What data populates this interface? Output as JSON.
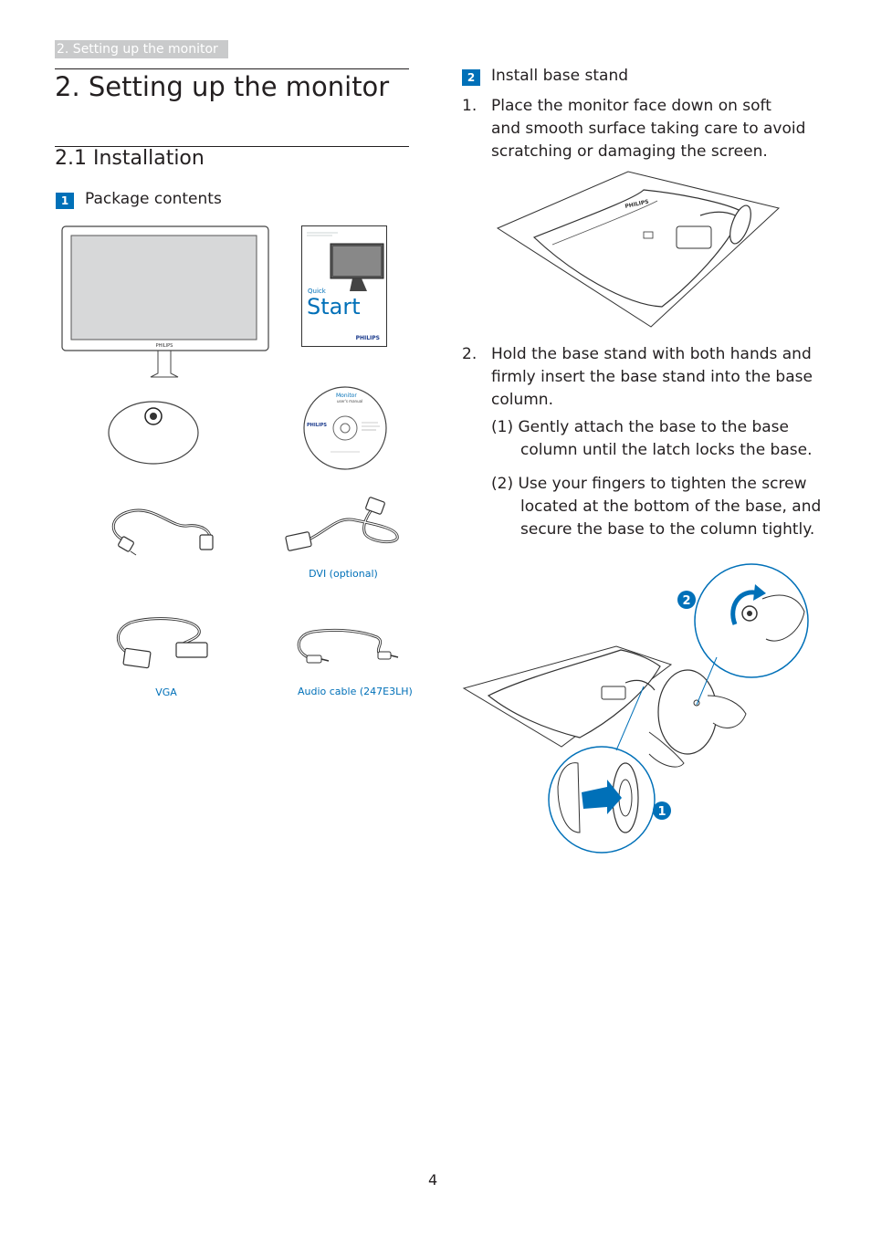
{
  "header_tab": "2. Setting up the monitor",
  "title": "2.   Setting up the monitor",
  "section": "2.1  Installation",
  "package": {
    "badge": "1",
    "heading": "Package contents",
    "captions": {
      "dvi": "DVI (optional)",
      "vga": "VGA",
      "audio": "Audio cable (247E3LH)"
    },
    "quickstart": {
      "small": "Quick",
      "big": "Start",
      "brand": "PHILIPS"
    },
    "cd": {
      "title": "Monitor",
      "subtitle": "user's manual",
      "brand": "PHILIPS"
    },
    "monitor_brand": "PHILIPS"
  },
  "install": {
    "badge": "2",
    "heading": "Install base stand",
    "step1_num": "1.",
    "step1_lines": [
      "Place the monitor face down on soft",
      "and smooth surface taking care to avoid",
      "scratching or damaging the screen."
    ],
    "step2_num": "2.",
    "step2_lines": [
      "Hold the base stand with both hands and",
      "firmly insert the base stand into the base",
      "column."
    ],
    "sub1_lines": [
      "(1) Gently attach the base to the base",
      "column until the latch locks the base."
    ],
    "sub2_lines": [
      "(2) Use your fingers to tighten the screw",
      "located at the bottom of the base, and",
      "secure the base to the column tightly."
    ],
    "callout_1": "1",
    "callout_2": "2",
    "back_brand": "PHILIPS"
  },
  "page_number": "4"
}
